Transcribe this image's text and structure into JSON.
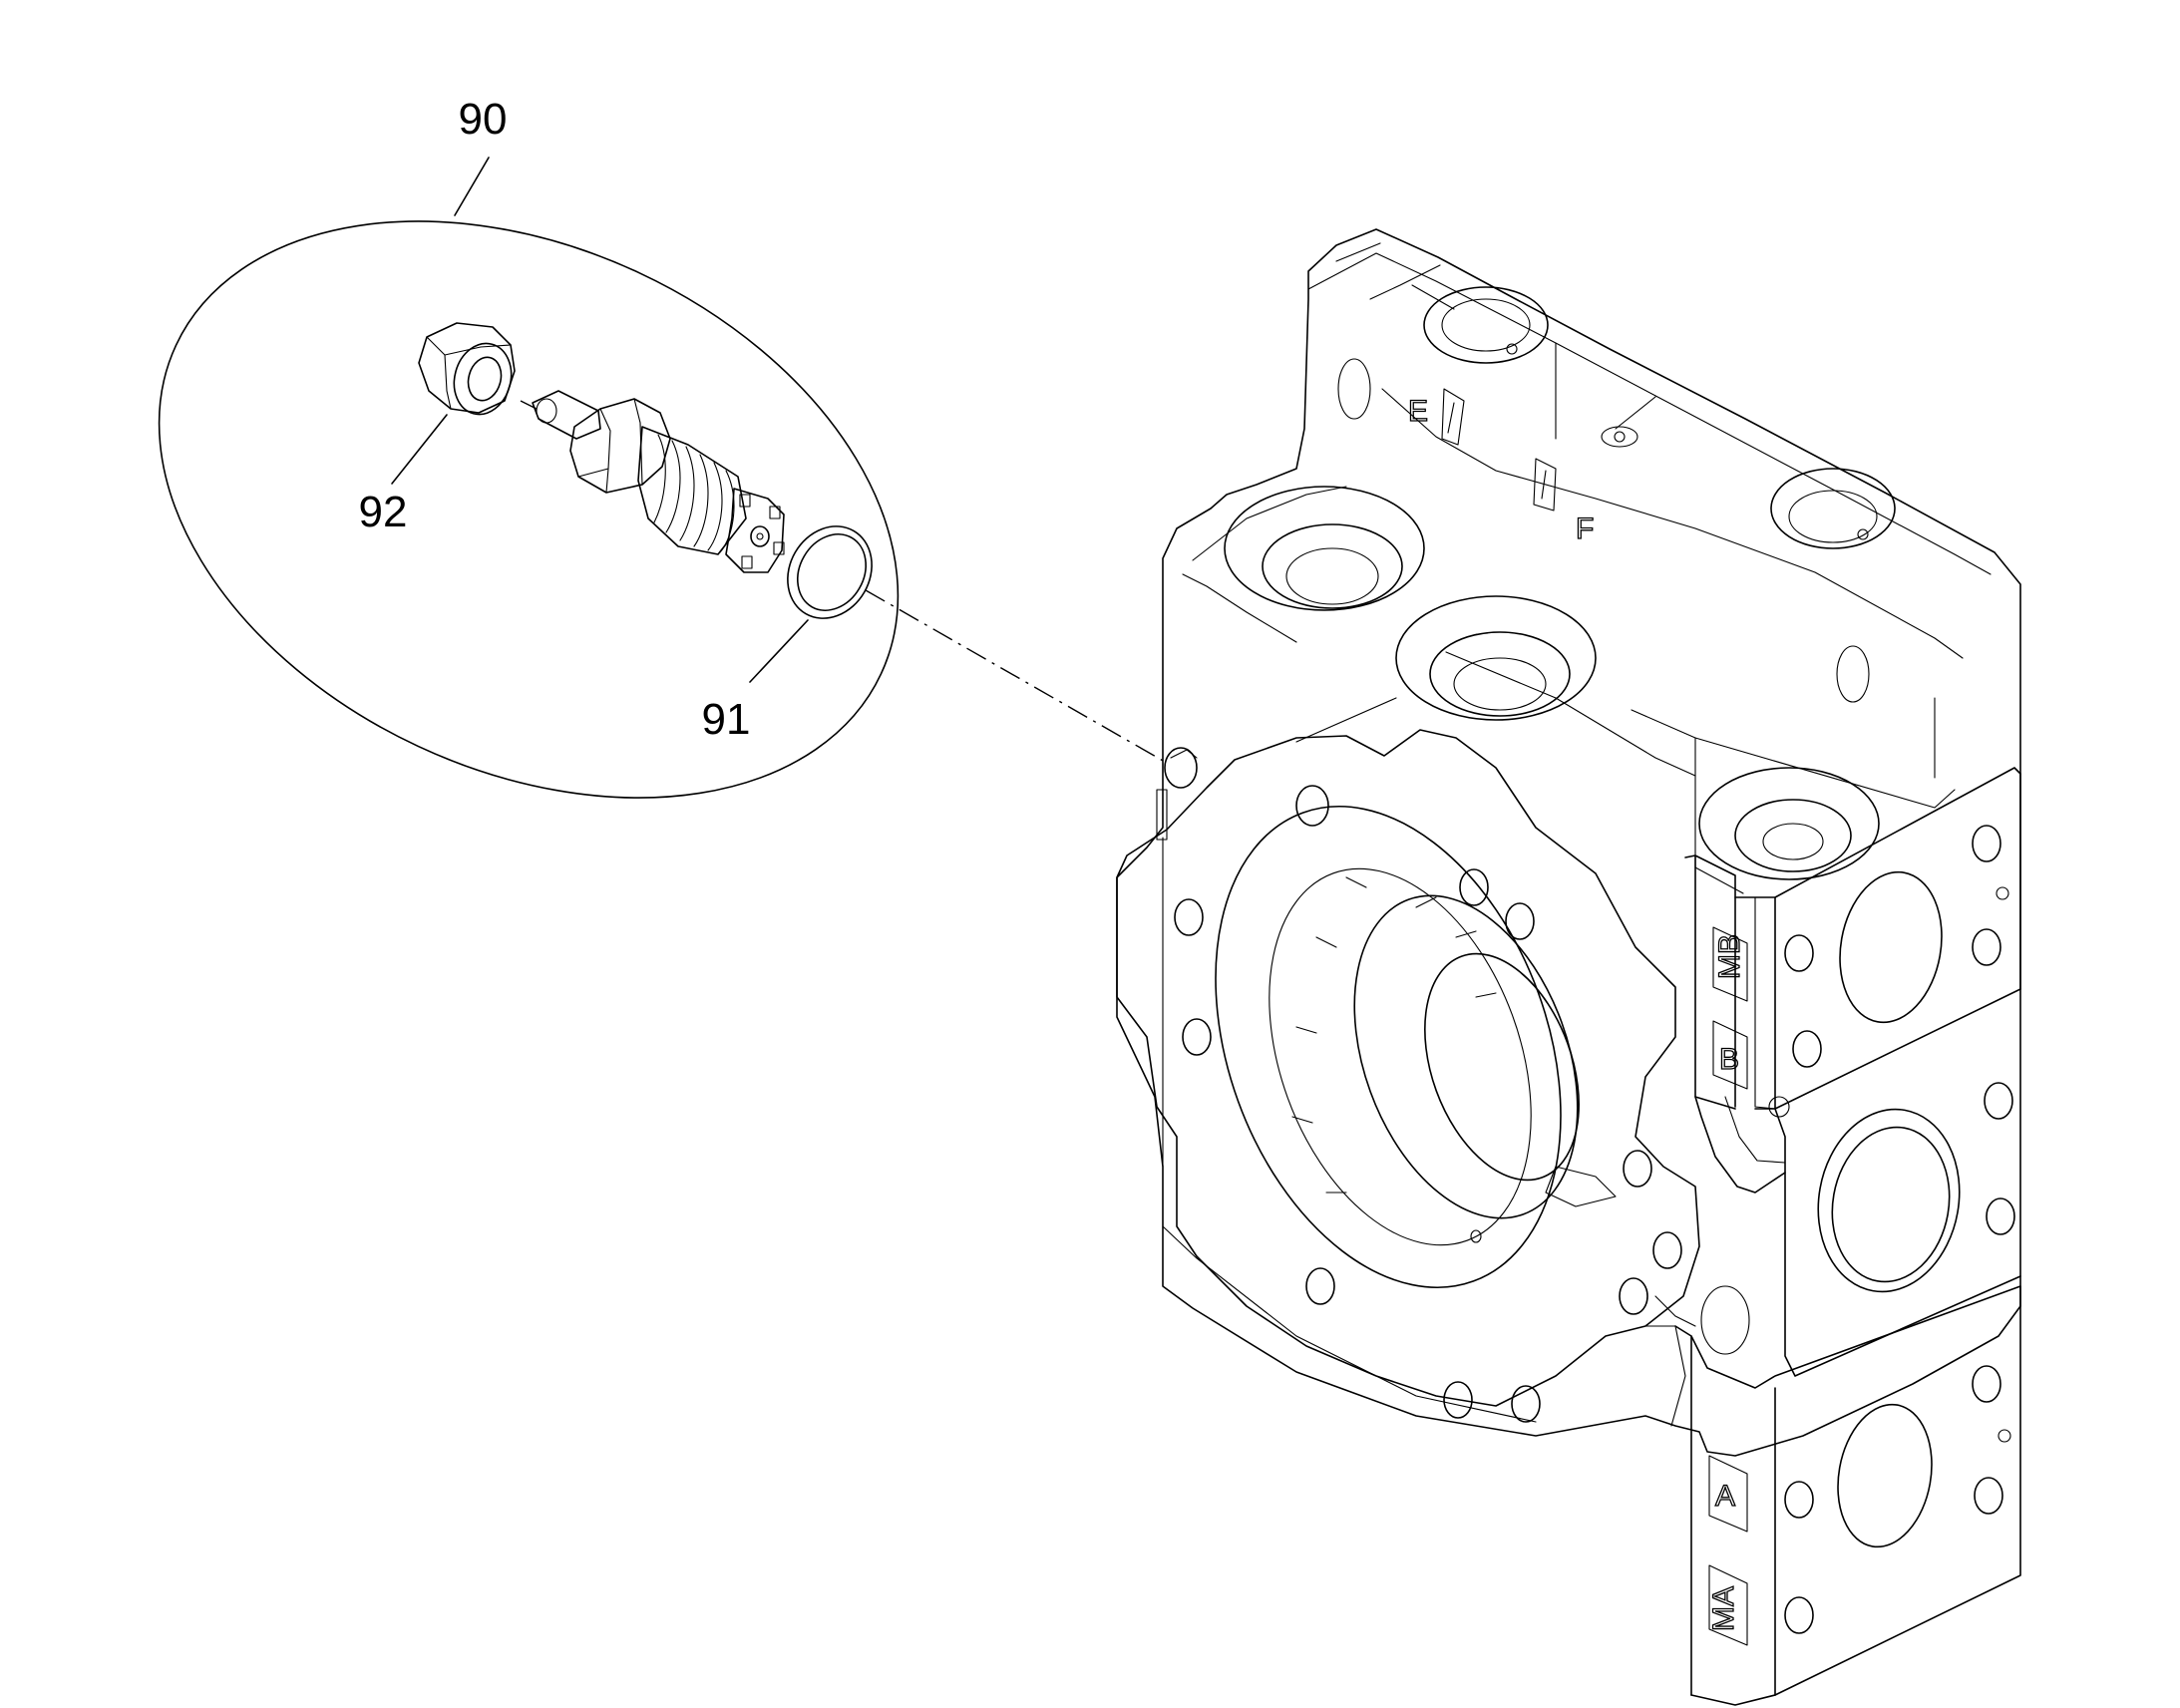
{
  "callouts": {
    "assembly": "90",
    "o_ring": "91",
    "nut": "92"
  },
  "markings": {
    "port_e": "E",
    "port_f": "F",
    "port_mb": "MB",
    "port_b": "B",
    "port_a": "A",
    "port_ma": "MA"
  }
}
